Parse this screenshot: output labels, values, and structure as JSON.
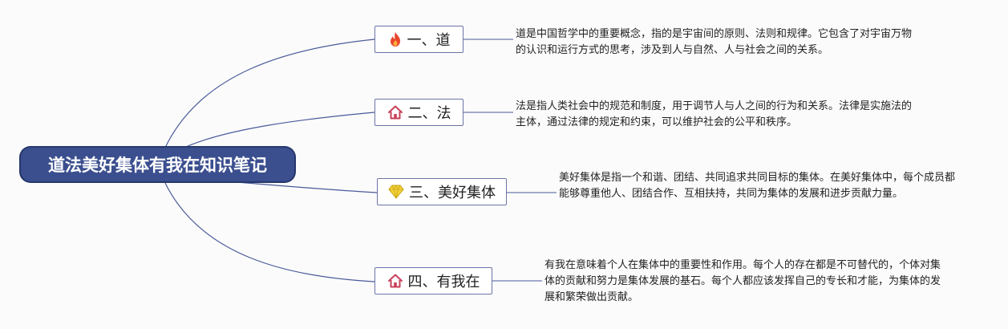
{
  "root": {
    "label": "道法美好集体有我在知识笔记"
  },
  "colors": {
    "root_fill": "#3b4f8f",
    "connector": "#4a5a9a",
    "branch_border": "#6b74a6",
    "fire_icon": "#e8452c",
    "home_icon": "#c9405a",
    "diamond_icon": "#f3d23a"
  },
  "branches": [
    {
      "icon": "fire-icon",
      "label": "一、道",
      "note": "道是中国哲学中的重要概念，指的是宇宙间的原则、法则和规律。它包含了对宇宙万物的认识和运行方式的思考，涉及到人与自然、人与社会之间的关系。"
    },
    {
      "icon": "home-icon",
      "label": "二、法",
      "note": "法是指人类社会中的规范和制度，用于调节人与人之间的行为和关系。法律是实施法的主体，通过法律的规定和约束，可以维护社会的公平和秩序。"
    },
    {
      "icon": "diamond-icon",
      "label": "三、美好集体",
      "note": "美好集体是指一个和谐、团结、共同追求共同目标的集体。在美好集体中，每个成员都能够尊重他人、团结合作、互相扶持，共同为集体的发展和进步贡献力量。"
    },
    {
      "icon": "home-icon",
      "label": "四、有我在",
      "note": "有我在意味着个人在集体中的重要性和作用。每个人的存在都是不可替代的，个体对集体的贡献和努力是集体发展的基石。每个人都应该发挥自己的专长和才能，为集体的发展和繁荣做出贡献。"
    }
  ]
}
